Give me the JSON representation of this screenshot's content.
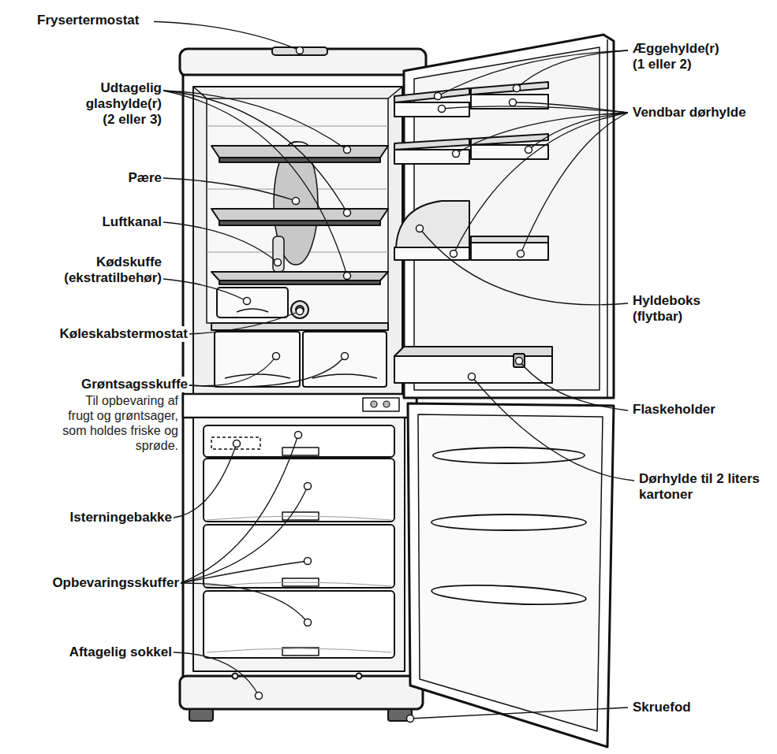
{
  "diagram": {
    "labels": [
      "Frysertermostat",
      "Udtagelig glashylde(r) (2 eller 3)",
      "Pære",
      "Luftkanal",
      "Kødskuffe (ekstratilbehør)",
      "Køleskabstermostat",
      "Grøntsagsskuffe",
      "Til opbevaring af frugt og grøntsager, som holdes friske og sprøde.",
      "Isterningebakke",
      "Opbevaringsskuffer",
      "Aftagelig sokkel",
      "Æggehylde(r) (1 eller 2)",
      "Vendbar dørhylde",
      "Hyldeboks (flytbar)",
      "Flaskeholder",
      "Dørhylde til 2 liters kartoner",
      "Skruefod"
    ]
  }
}
